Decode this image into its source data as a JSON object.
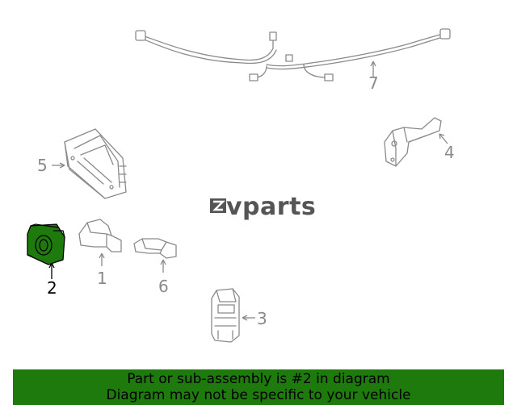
{
  "logo": {
    "text": "vparts"
  },
  "callouts": {
    "p1": "1",
    "p2": "2",
    "p3": "3",
    "p4": "4",
    "p5": "5",
    "p6": "6",
    "p7": "7"
  },
  "highlight": {
    "part": "2",
    "color": "#1e7a0c"
  },
  "banner": {
    "line1": "Part or sub-assembly is #2 in diagram",
    "line2": "Diagram may not be specific to your vehicle",
    "background": "#1e7a0c"
  }
}
